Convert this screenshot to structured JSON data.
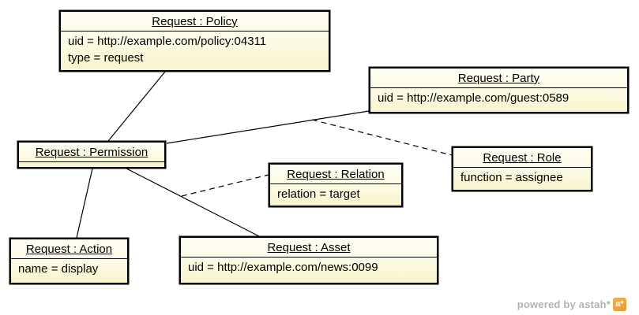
{
  "diagram": {
    "type": "uml-object-diagram",
    "nodes": {
      "policy": {
        "title": "Request : Policy",
        "attrs": [
          "uid = http://example.com/policy:04311",
          "type = request"
        ]
      },
      "party": {
        "title": "Request : Party",
        "attrs": [
          "uid = http://example.com/guest:0589"
        ]
      },
      "permission": {
        "title": "Request : Permission",
        "attrs": []
      },
      "relation": {
        "title": "Request : Relation",
        "attrs": [
          "relation = target"
        ]
      },
      "role": {
        "title": "Request : Role",
        "attrs": [
          "function = assignee"
        ]
      },
      "action": {
        "title": "Request : Action",
        "attrs": [
          "name = display"
        ]
      },
      "asset": {
        "title": "Request : Asset",
        "attrs": [
          "uid = http://example.com/news:0099"
        ]
      }
    },
    "links": [
      {
        "from": "policy",
        "to": "permission",
        "style": "solid"
      },
      {
        "from": "permission",
        "to": "party",
        "style": "solid"
      },
      {
        "from": "permission",
        "to": "action",
        "style": "solid"
      },
      {
        "from": "permission",
        "to": "asset",
        "style": "solid"
      },
      {
        "from": "permission-party-link",
        "to": "role",
        "style": "dashed"
      },
      {
        "from": "permission-asset-link",
        "to": "relation",
        "style": "dashed"
      }
    ]
  },
  "watermark": {
    "text": "powered by astah*",
    "logo_glyph": "a*"
  },
  "colors": {
    "node_fill_top": "#fffef4",
    "node_fill_bottom": "#f8f4cd",
    "node_border": "#000000",
    "line": "#000000",
    "watermark_text": "#b2b2b2",
    "logo_bg": "#eda43d"
  }
}
